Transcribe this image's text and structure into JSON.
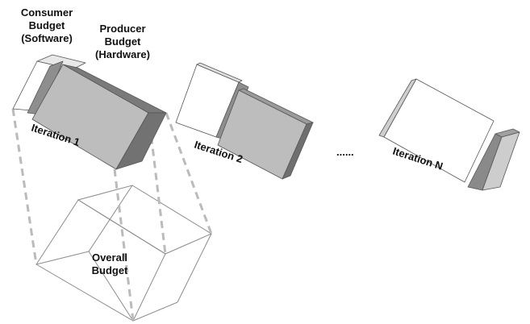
{
  "labels": {
    "consumer_budget": [
      "Consumer",
      "Budget",
      "(Software)"
    ],
    "producer_budget": [
      "Producer",
      "Budget",
      "(Hardware)"
    ],
    "iteration_1": "Iteration 1",
    "iteration_2": "Iteration 2",
    "iteration_n": "Iteration N",
    "ellipsis": "......",
    "overall_budget": [
      "Overall",
      "Budget"
    ]
  },
  "colors": {
    "white_face": "#ffffff",
    "light_gray": "#d4d4d4",
    "mid_gray": "#bdbdbd",
    "dark_gray": "#8a8a8a",
    "darker_gray": "#6f6f6f",
    "edge": "#555555",
    "dash": "#bbbbbb"
  }
}
